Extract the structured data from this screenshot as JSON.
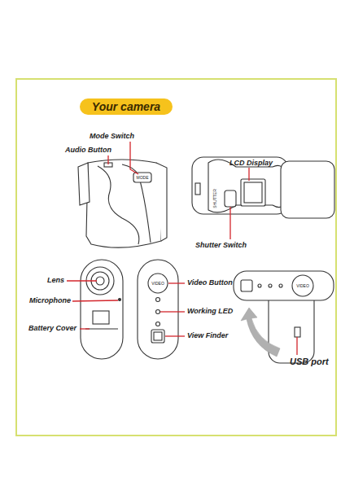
{
  "diagram": {
    "title": "Your camera",
    "labels": [
      "Mode Switch",
      "Audio Button",
      "MODE",
      "LCD Display",
      "SHUTTER",
      "Shutter Switch",
      "Lens",
      "Microphone",
      "Battery Cover",
      "VIDEO",
      "Video Button",
      "Working LED",
      "View Finder",
      "VIDEO",
      "USB port"
    ]
  }
}
